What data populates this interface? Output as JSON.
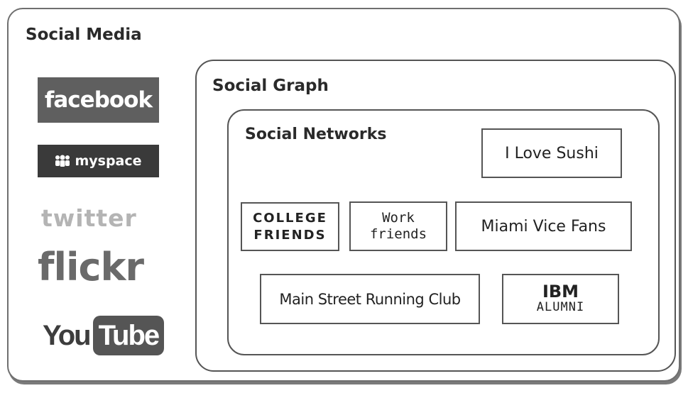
{
  "titles": {
    "social_media": "Social Media",
    "social_graph": "Social Graph",
    "social_networks": "Social Networks"
  },
  "logos": {
    "facebook": "facebook",
    "myspace": "myspace",
    "twitter": "twitter",
    "flickr": "flickr",
    "youtube_you": "You",
    "youtube_tube": "Tube"
  },
  "networks": {
    "sushi": "I Love Sushi",
    "college_line1": "COLLEGE",
    "college_line2": "FRIENDS",
    "work_line1": "Work",
    "work_line2": "friends",
    "miami": "Miami Vice Fans",
    "main_street": "Main Street Running Club",
    "ibm_line1": "IBM",
    "ibm_line2": "ALUMNI"
  },
  "colors": {
    "border": "#555555",
    "logo_dark": "#5f5f5f",
    "logo_light": "#b4b4b4"
  }
}
